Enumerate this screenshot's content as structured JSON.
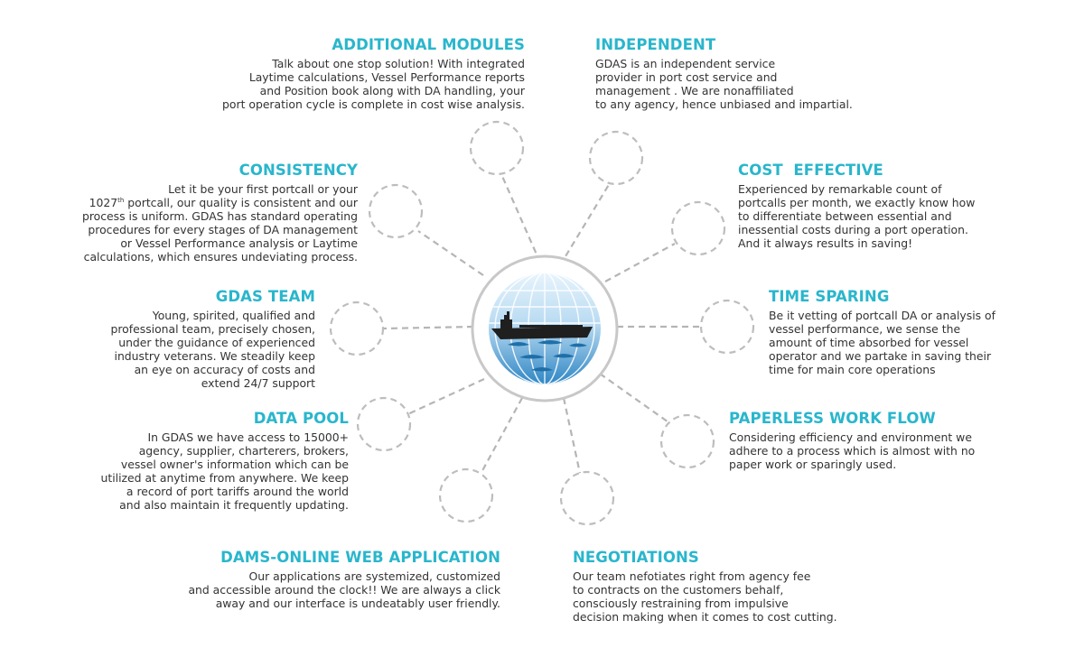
{
  "blocks": {
    "additional_modules": {
      "title": "ADDITIONAL MODULES",
      "body": "Talk about one stop solution! With integrated\nLaytime calculations, Vessel Performance reports\nand Position book along with DA handling, your\nport operation cycle is complete in cost wise analysis."
    },
    "independent": {
      "title": "INDEPENDENT",
      "body": "GDAS is an independent service\nprovider in port cost service and\nmanagement . We are nonaffiliated\nto any agency, hence unbiased and impartial."
    },
    "consistency": {
      "title": "CONSISTENCY",
      "body_line1": "Let it be your first portcall or your",
      "body_num": "1027",
      "body_sup": "th",
      "body_line2_rest": " portcall, our quality is consistent and our",
      "body_rest": "process is uniform. GDAS has standard operating\nprocedures for every stages of DA management\nor Vessel Performance analysis or Laytime\ncalculations, which ensures undeviating process."
    },
    "cost_effective": {
      "title": "COST  EFFECTIVE",
      "body": "Experienced by remarkable count of\nportcalls per month, we exactly know how\nto differentiate between essential and\ninessential costs during a port operation.\nAnd it always results in saving!"
    },
    "gdas_team": {
      "title": "GDAS TEAM",
      "body": "Young, spirited, qualified and\nprofessional team, precisely chosen,\nunder the guidance of experienced\nindustry veterans. We steadily keep\nan eye on accuracy of costs and\nextend 24/7 support"
    },
    "time_sparing": {
      "title": "TIME SPARING",
      "body": "Be it vetting of portcall DA or analysis of\nvessel performance, we sense the\namount of time absorbed for vessel\noperator and we partake in saving their\ntime for main core operations"
    },
    "data_pool": {
      "title": "DATA POOL",
      "body": "In GDAS we have access to 15000+\nagency, supplier, charterers, brokers,\nvessel owner's information which can be\nutilized at anytime from anywhere. We keep\na record of port tariffs around the world\nand also maintain it frequently updating."
    },
    "paperless": {
      "title": "PAPERLESS WORK FLOW",
      "body": "Considering efficiency and environment we\nadhere to a process which is almost with no\npaper work or sparingly used."
    },
    "dams_online": {
      "title": "DAMS-ONLINE WEB APPLICATION",
      "body": "Our applications are systemized, customized\nand accessible around the clock!! We are always a click\naway and our interface is undeatably user friendly."
    },
    "negotiations": {
      "title": "NEGOTIATIONS",
      "body": "Our team nefotiates right from agency fee\nto contracts on the customers behalf,\nconsciously restraining from impulsive\ndecision making when it comes to cost cutting."
    }
  },
  "colors": {
    "accent": "#29b6cc",
    "connector": "#b5b5b5",
    "hull": "#1f1f1f",
    "crescent": "#b8141c",
    "globe_light": "#e4f2fb",
    "globe_dark": "#2f86c4"
  },
  "icons": {
    "center": "globe-ship-logo"
  }
}
